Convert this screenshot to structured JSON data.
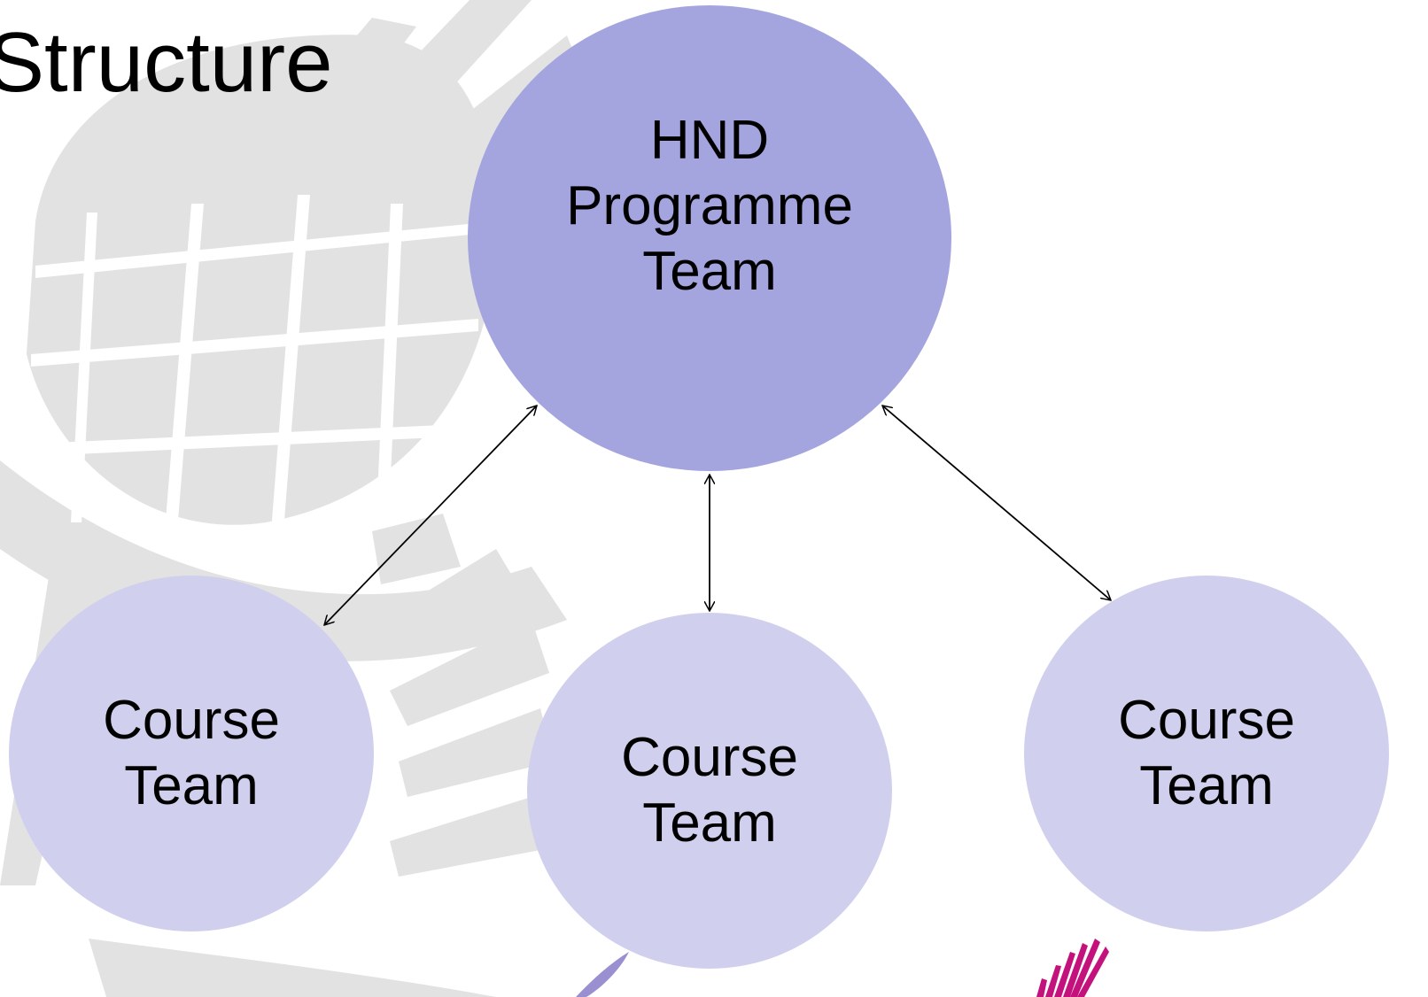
{
  "slide": {
    "title": "Structure"
  },
  "diagram": {
    "top_node": {
      "label": "HND\nProgramme\nTeam"
    },
    "child_nodes": [
      {
        "label": "Course\nTeam"
      },
      {
        "label": "Course\nTeam"
      },
      {
        "label": "Course\nTeam"
      }
    ],
    "connectors": [
      "bidirectional-arrow",
      "bidirectional-arrow",
      "bidirectional-arrow"
    ]
  },
  "colors": {
    "top_node_fill": "#a4a4df",
    "child_node_fill": "#d0d0ee",
    "watermark": "#e2e2e2",
    "arrow": "#000000",
    "logo": "#c4127c"
  },
  "icons": {
    "background": "thistle-watermark",
    "logo": "thistle-logo-icon"
  }
}
